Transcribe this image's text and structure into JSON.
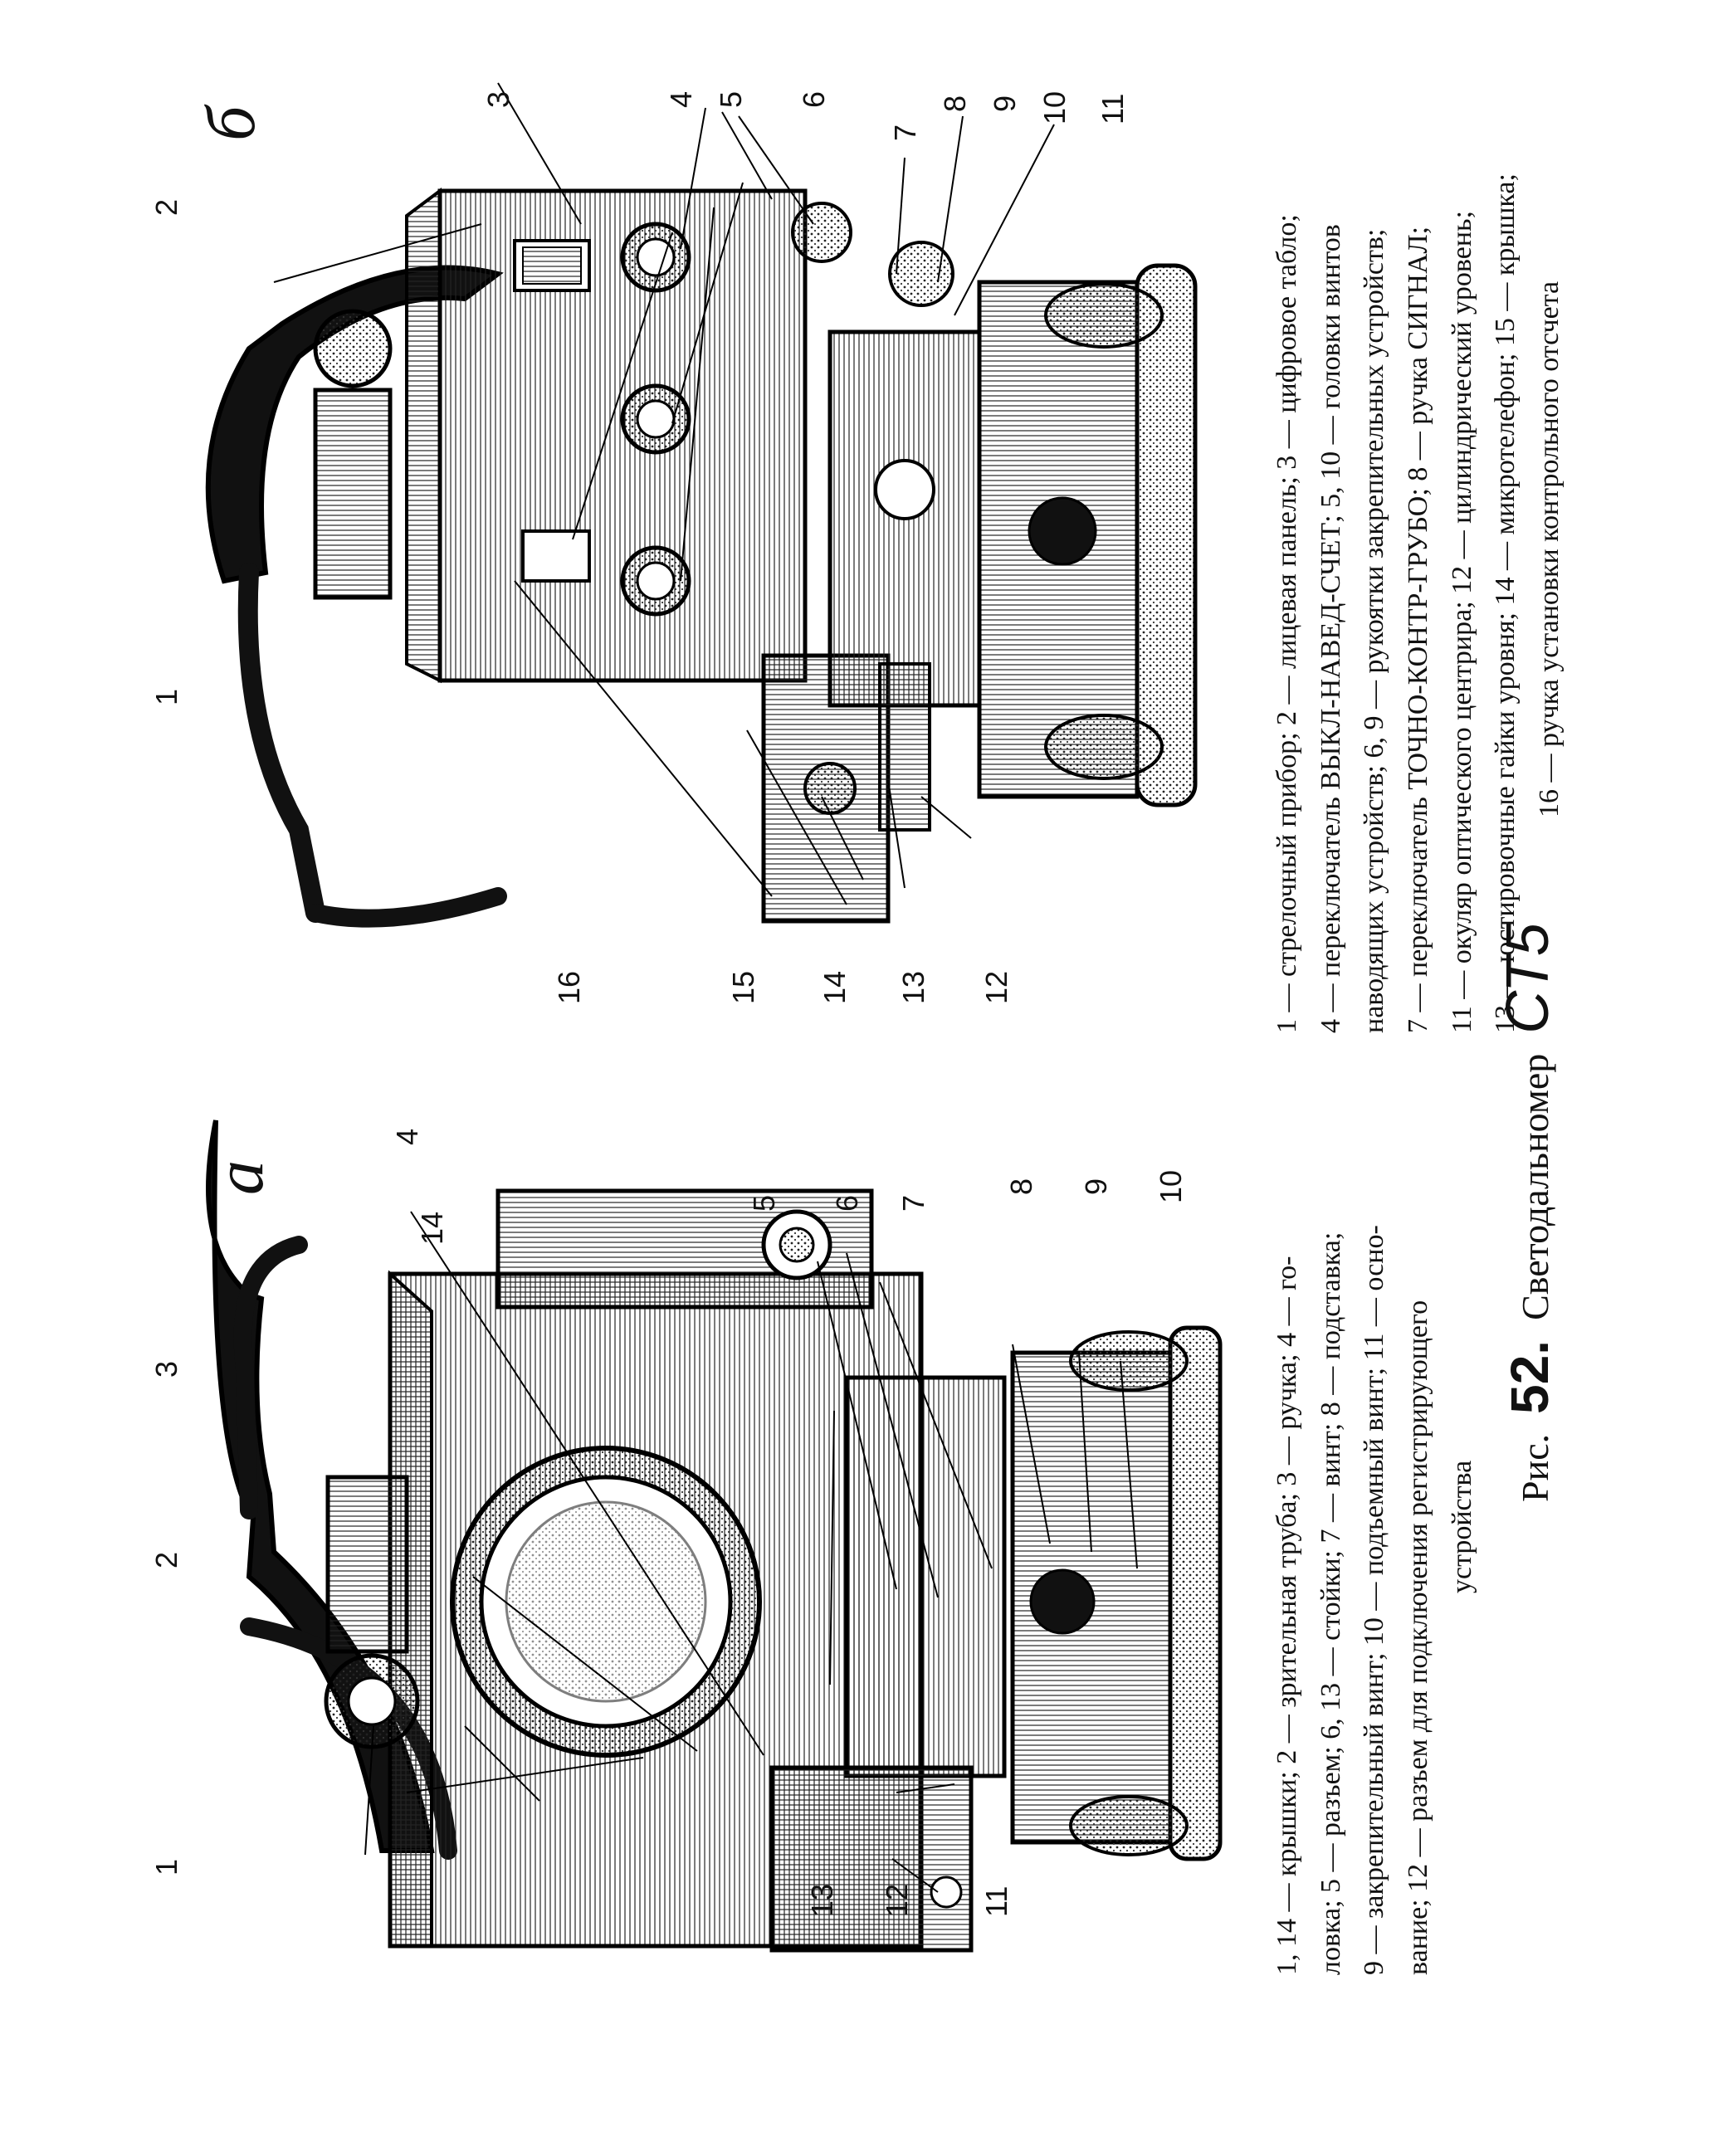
{
  "figure": {
    "prefix": "Рис.",
    "number": "52.",
    "title": "Светодальномер",
    "model": "СТ5"
  },
  "panel_a": {
    "letter": "а",
    "caption_lines": [
      "1, 14 — крышки; 2 — зрительная труба; 3 — ручка; 4 — го-",
      "ловка; 5 — разъем; 6, 13 — стойки; 7 — винт; 8 — подставка;",
      "9 — закрепительный винт; 10 — подъемный винт; 11 — осно-",
      "вание; 12 — разъем для подключения регистрирующего",
      "устройства"
    ],
    "callouts": [
      "1",
      "2",
      "3",
      "4",
      "14",
      "5",
      "6",
      "7",
      "8",
      "9",
      "10",
      "13",
      "12",
      "11"
    ]
  },
  "panel_b": {
    "letter": "б",
    "caption_lines": [
      "1 — стрелочный прибор; 2 — лицевая панель; 3 — цифровое табло;",
      "4 — переключатель ВЫКЛ-НАВЕД-СЧЕТ; 5, 10 — головки винтов",
      "наводящих устройств; 6, 9 — рукоятки закрепительных устройств;",
      "7 — переключатель ТОЧНО-КОНТР-ГРУБО; 8 — ручка СИГНАЛ;",
      "11 — окуляр оптического центрира; 12 — цилиндрический уровень;",
      "13 — юстировочные гайки уровня; 14 — микротелефон; 15 — крышка;",
      "16 — ручка установки контрольного отсчета"
    ],
    "callouts": [
      "1",
      "2",
      "3",
      "4",
      "5",
      "6",
      "7",
      "8",
      "9",
      "10",
      "11",
      "16",
      "15",
      "14",
      "13",
      "12"
    ]
  }
}
